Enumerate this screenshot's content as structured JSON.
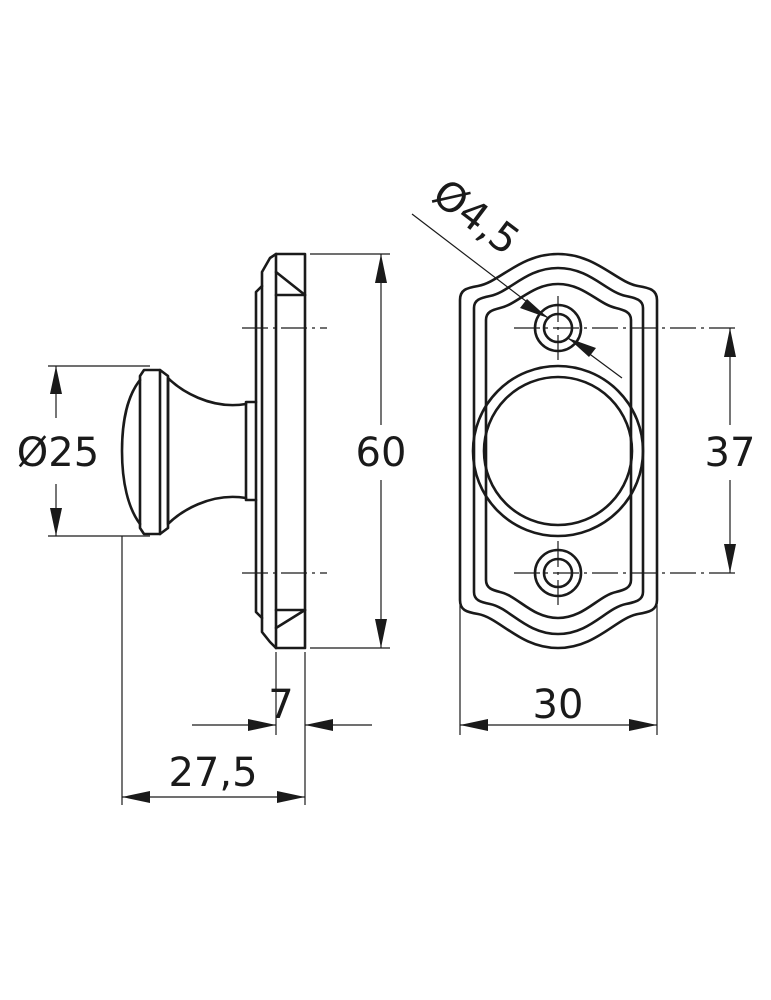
{
  "dimensions": {
    "knob_diameter": "Ø25",
    "plate_height": "60",
    "plate_thickness": "7",
    "total_depth": "27,5",
    "hole_diameter": "Ø4,5",
    "hole_spacing": "37",
    "plate_width": "30"
  },
  "colors": {
    "line": "#1a1a1a",
    "background": "#ffffff"
  }
}
